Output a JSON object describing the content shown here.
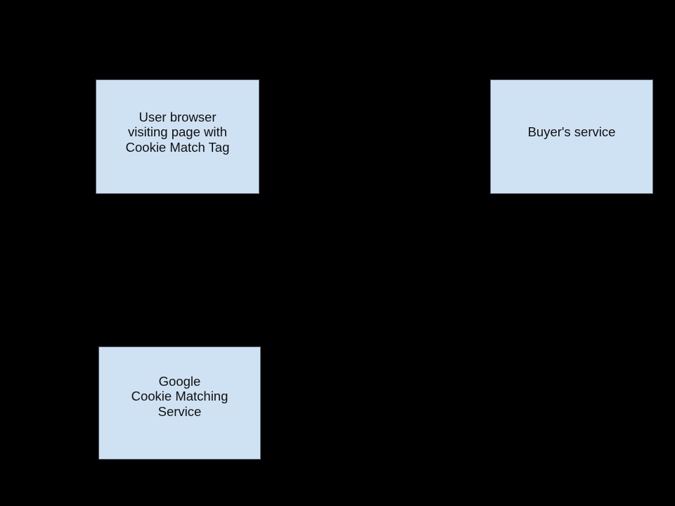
{
  "canvas": {
    "background_color": "#000000"
  },
  "diagram": {
    "node_fill_color": "#cfe2f3",
    "node_border_color": "#4d5a66",
    "node_text_color": "#111111",
    "nodes": [
      {
        "id": "user-browser",
        "lines": [
          "User browser",
          "visiting page with",
          "Cookie Match Tag"
        ]
      },
      {
        "id": "buyers-service",
        "lines": [
          "Buyer's service"
        ]
      },
      {
        "id": "google-cookie-matching-service",
        "lines": [
          "Google",
          "Cookie Matching",
          "Service"
        ]
      }
    ]
  }
}
